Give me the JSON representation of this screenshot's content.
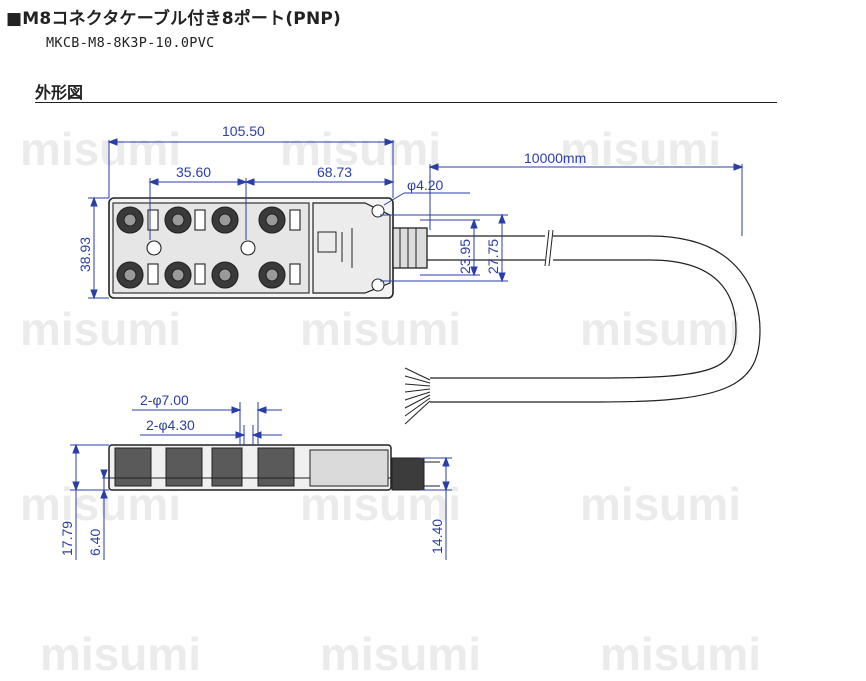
{
  "header": {
    "title": "■M8コネクタケーブル付き8ポート(PNP)",
    "model": "MKCB-M8-8K3P-10.0PVC",
    "section": "外形図"
  },
  "dimensions": {
    "overall_length": "105.50",
    "pitch_a": "35.60",
    "pitch_b": "68.73",
    "cable_length": "10000mm",
    "hole_dia": "φ4.20",
    "height": "38.93",
    "inner_a": "23.95",
    "inner_b": "27.75",
    "counterbore": "2-φ7.00",
    "through_hole": "2-φ4.30",
    "side_total": "17.79",
    "side_base": "6.40",
    "side_cable": "14.40"
  },
  "watermark": "misumi",
  "colors": {
    "dimension": "#2a3ea8",
    "outline": "#222222"
  }
}
